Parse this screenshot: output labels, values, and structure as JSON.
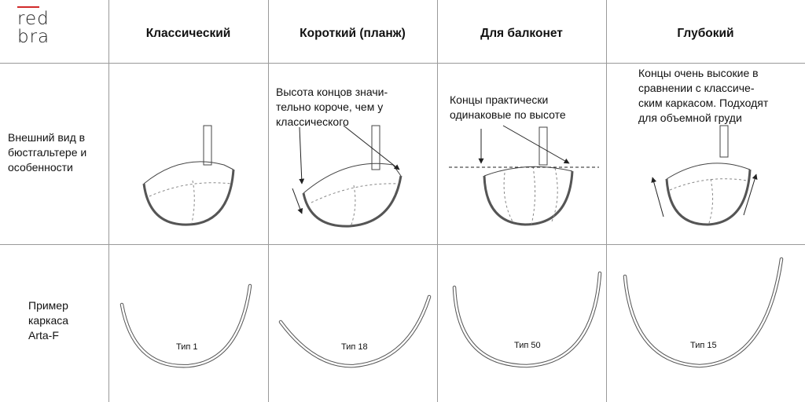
{
  "brand": {
    "line1": "red",
    "line2": "bra",
    "accent_color": "#d12a2a"
  },
  "headers": {
    "classic": "Классический",
    "short": "Короткий (планж)",
    "balconette": "Для балконет",
    "deep": "Глубокий"
  },
  "rows": {
    "appearance": {
      "line1": "Внешний вид в",
      "line2": "бюстгальтере и",
      "line3": "особенности"
    },
    "example": {
      "line1": "Пример",
      "line2": "каркаса",
      "line3": "Arta-F"
    }
  },
  "notes": {
    "short": {
      "line1": "Высота концов значи-",
      "line2": "тельно короче, чем у",
      "line3": "классического"
    },
    "balconette": {
      "line1": "Концы практически",
      "line2": "одинаковые по высоте"
    },
    "deep": {
      "line1": "Концы очень высокие в",
      "line2": "сравнении с классиче-",
      "line3": "ским каркасом. Подходят",
      "line4": "для объемной груди"
    }
  },
  "wire_types": {
    "classic": "Тип 1",
    "short": "Тип 18",
    "balconette": "Тип 50",
    "deep": "Тип 15"
  }
}
